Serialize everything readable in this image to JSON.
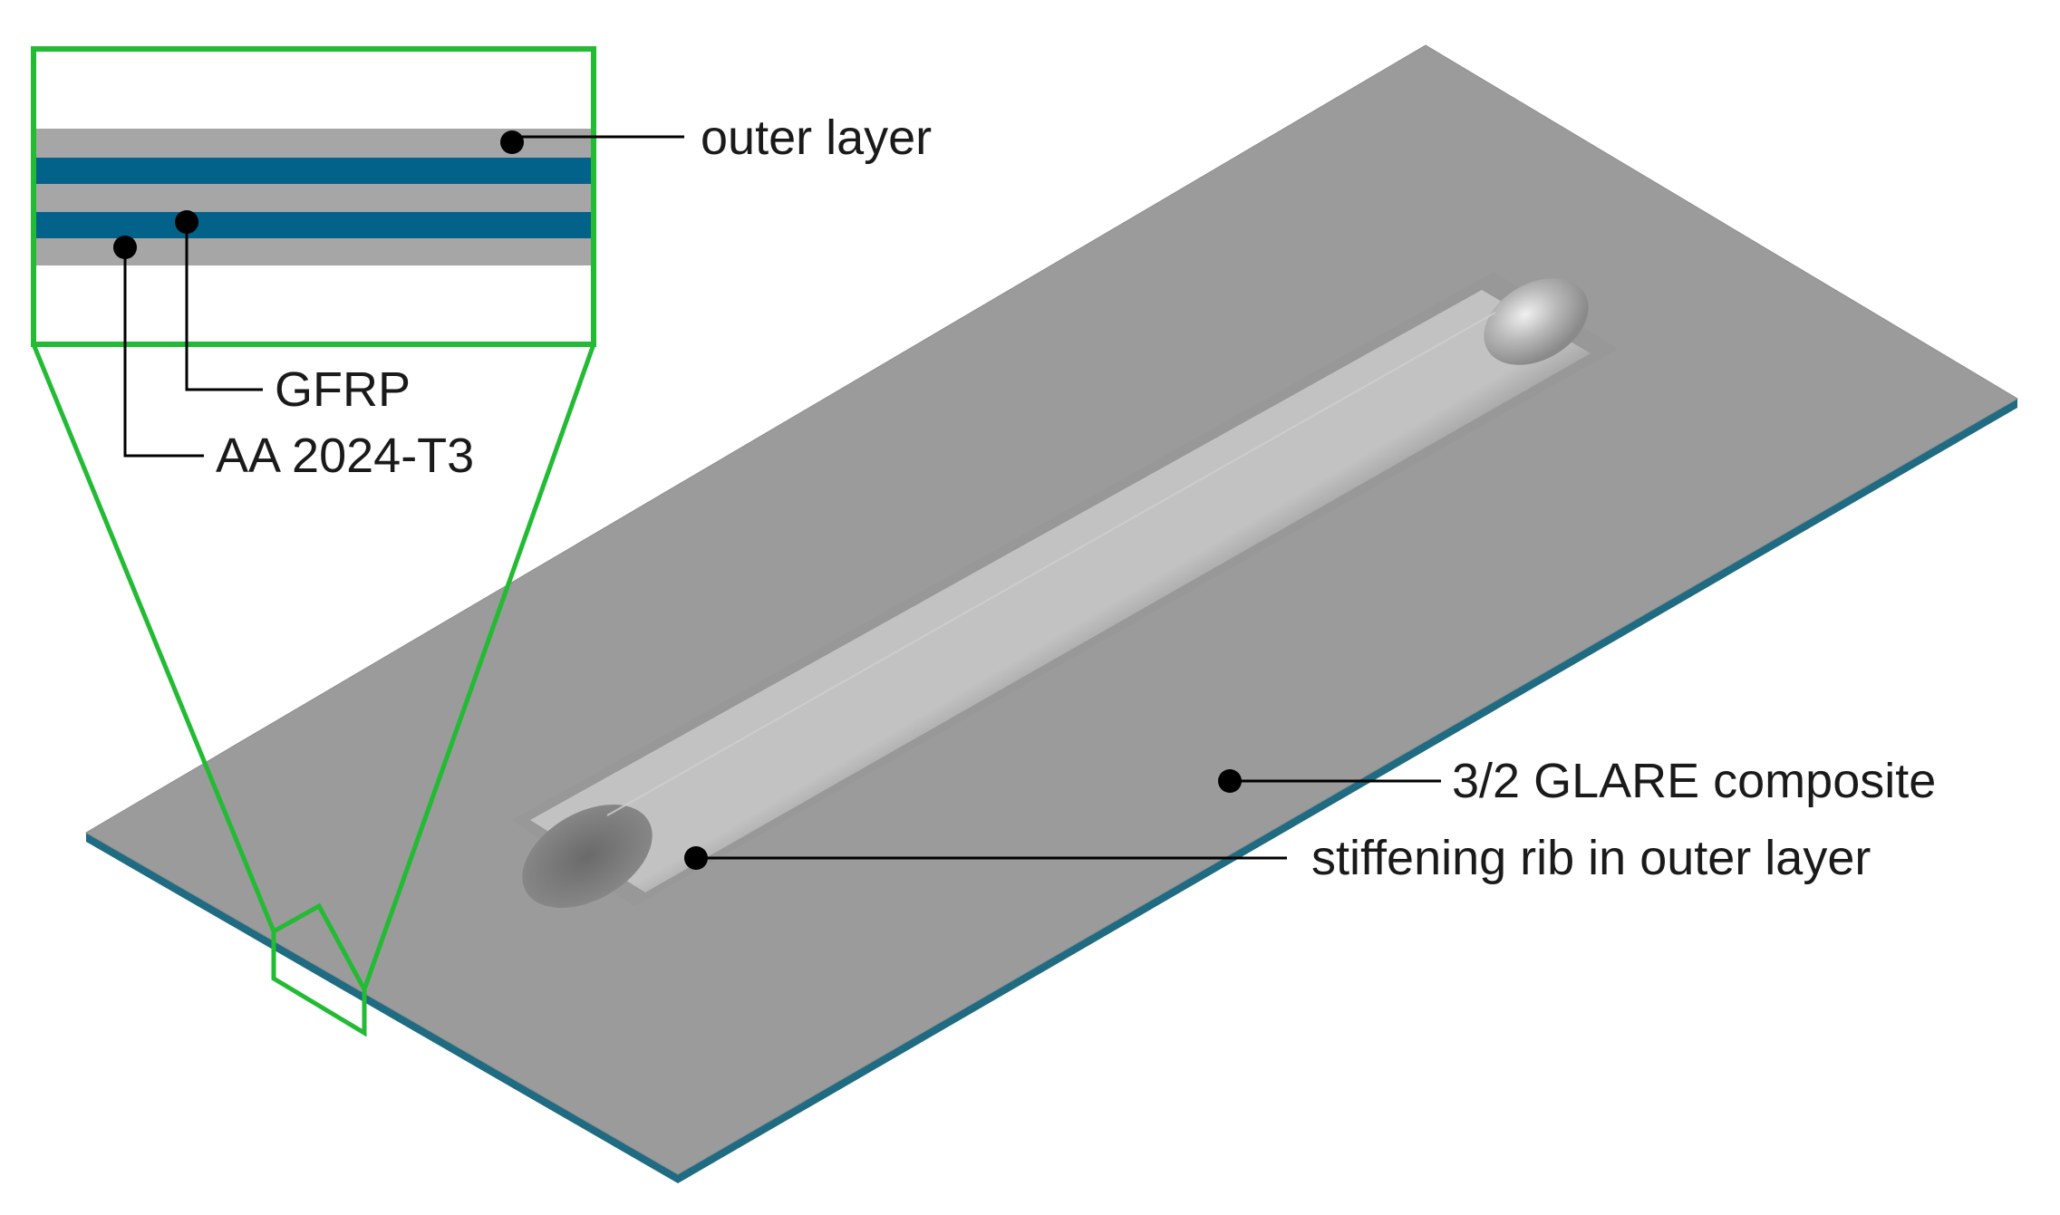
{
  "labels": {
    "outer_layer": "outer layer",
    "gfrp": "GFRP",
    "aa": "AA 2024-T3",
    "composite": "3/2 GLARE composite",
    "rib": "stiffening rib in outer layer"
  },
  "colors": {
    "plate": "#9b9b9b",
    "plate_edge": "#1f6b82",
    "aluminium_layer": "#a6a6a6",
    "gfrp_layer": "#03628a",
    "zoom_frame": "#22bb33",
    "leader": "#000000"
  }
}
